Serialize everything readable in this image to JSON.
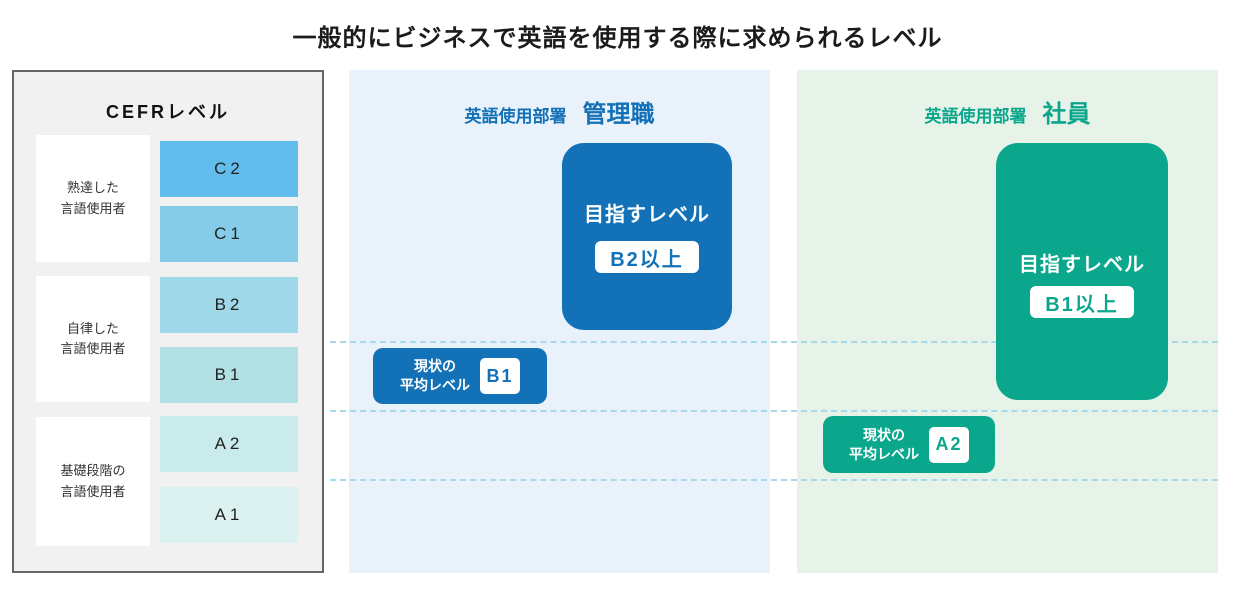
{
  "title": "一般的にビジネスで英語を使用する際に求められるレベル",
  "cefr_panel": {
    "header": "CEFRレベル",
    "groups": [
      {
        "label_lines": [
          "熟達した",
          "言語使用者"
        ]
      },
      {
        "label_lines": [
          "自律した",
          "言語使用者"
        ]
      },
      {
        "label_lines": [
          "基礎段階の",
          "言語使用者"
        ]
      }
    ],
    "levels": [
      {
        "code": "C2",
        "color": "#62bdec"
      },
      {
        "code": "C1",
        "color": "#86cce9"
      },
      {
        "code": "B2",
        "color": "#9fd8e8"
      },
      {
        "code": "B1",
        "color": "#b2e0e4"
      },
      {
        "code": "A2",
        "color": "#c9ebec"
      },
      {
        "code": "A1",
        "color": "#dcf2f1"
      }
    ],
    "panel_bg": "#f1f1f1",
    "panel_border": "#666666"
  },
  "sections": [
    {
      "dept_label": "英語使用部署",
      "role": "管理職",
      "accent_color": "#1271b7",
      "bg_color": "#e9f1fb",
      "target": {
        "label": "目指すレベル",
        "value": "B2以上"
      },
      "current": {
        "label_lines": [
          "現状の",
          "平均レベル"
        ],
        "value": "B1"
      }
    },
    {
      "dept_label": "英語使用部署",
      "role": "社員",
      "accent_color": "#0ba78c",
      "bg_color": "#e7f2e8",
      "target": {
        "label": "目指すレベル",
        "value": "B1以上"
      },
      "current": {
        "label_lines": [
          "現状の",
          "平均レベル"
        ],
        "value": "A2"
      }
    }
  ],
  "guide_line_color": "#a6d9ea"
}
